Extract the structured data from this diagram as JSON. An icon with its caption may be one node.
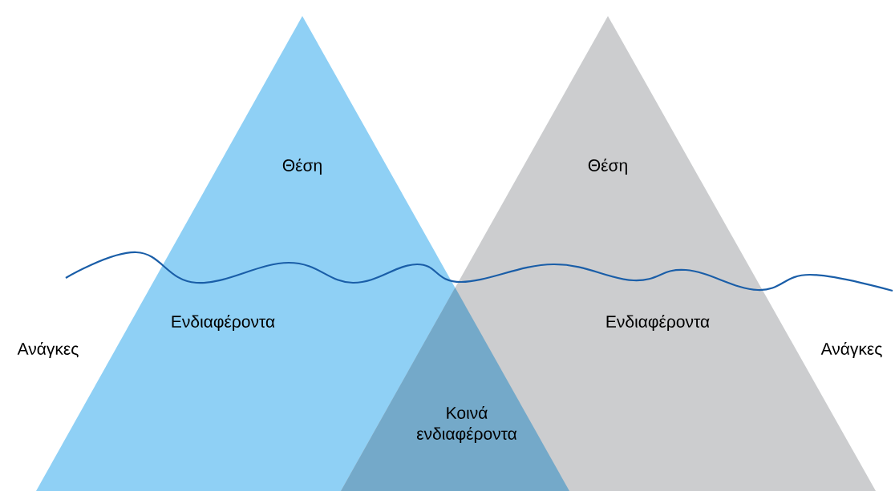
{
  "diagram": {
    "nodes": [
      {
        "text": [
          "Θέση",
          "Ενδιαφέροντα"
        ]
      },
      {
        "text": [
          "Θέση",
          "Ενδιαφέροντα"
        ]
      },
      {
        "text": [
          "Κοινά ενδιαφέροντα"
        ]
      }
    ],
    "labels": [
      "Ανάγκες",
      "Ανάγκες"
    ]
  }
}
